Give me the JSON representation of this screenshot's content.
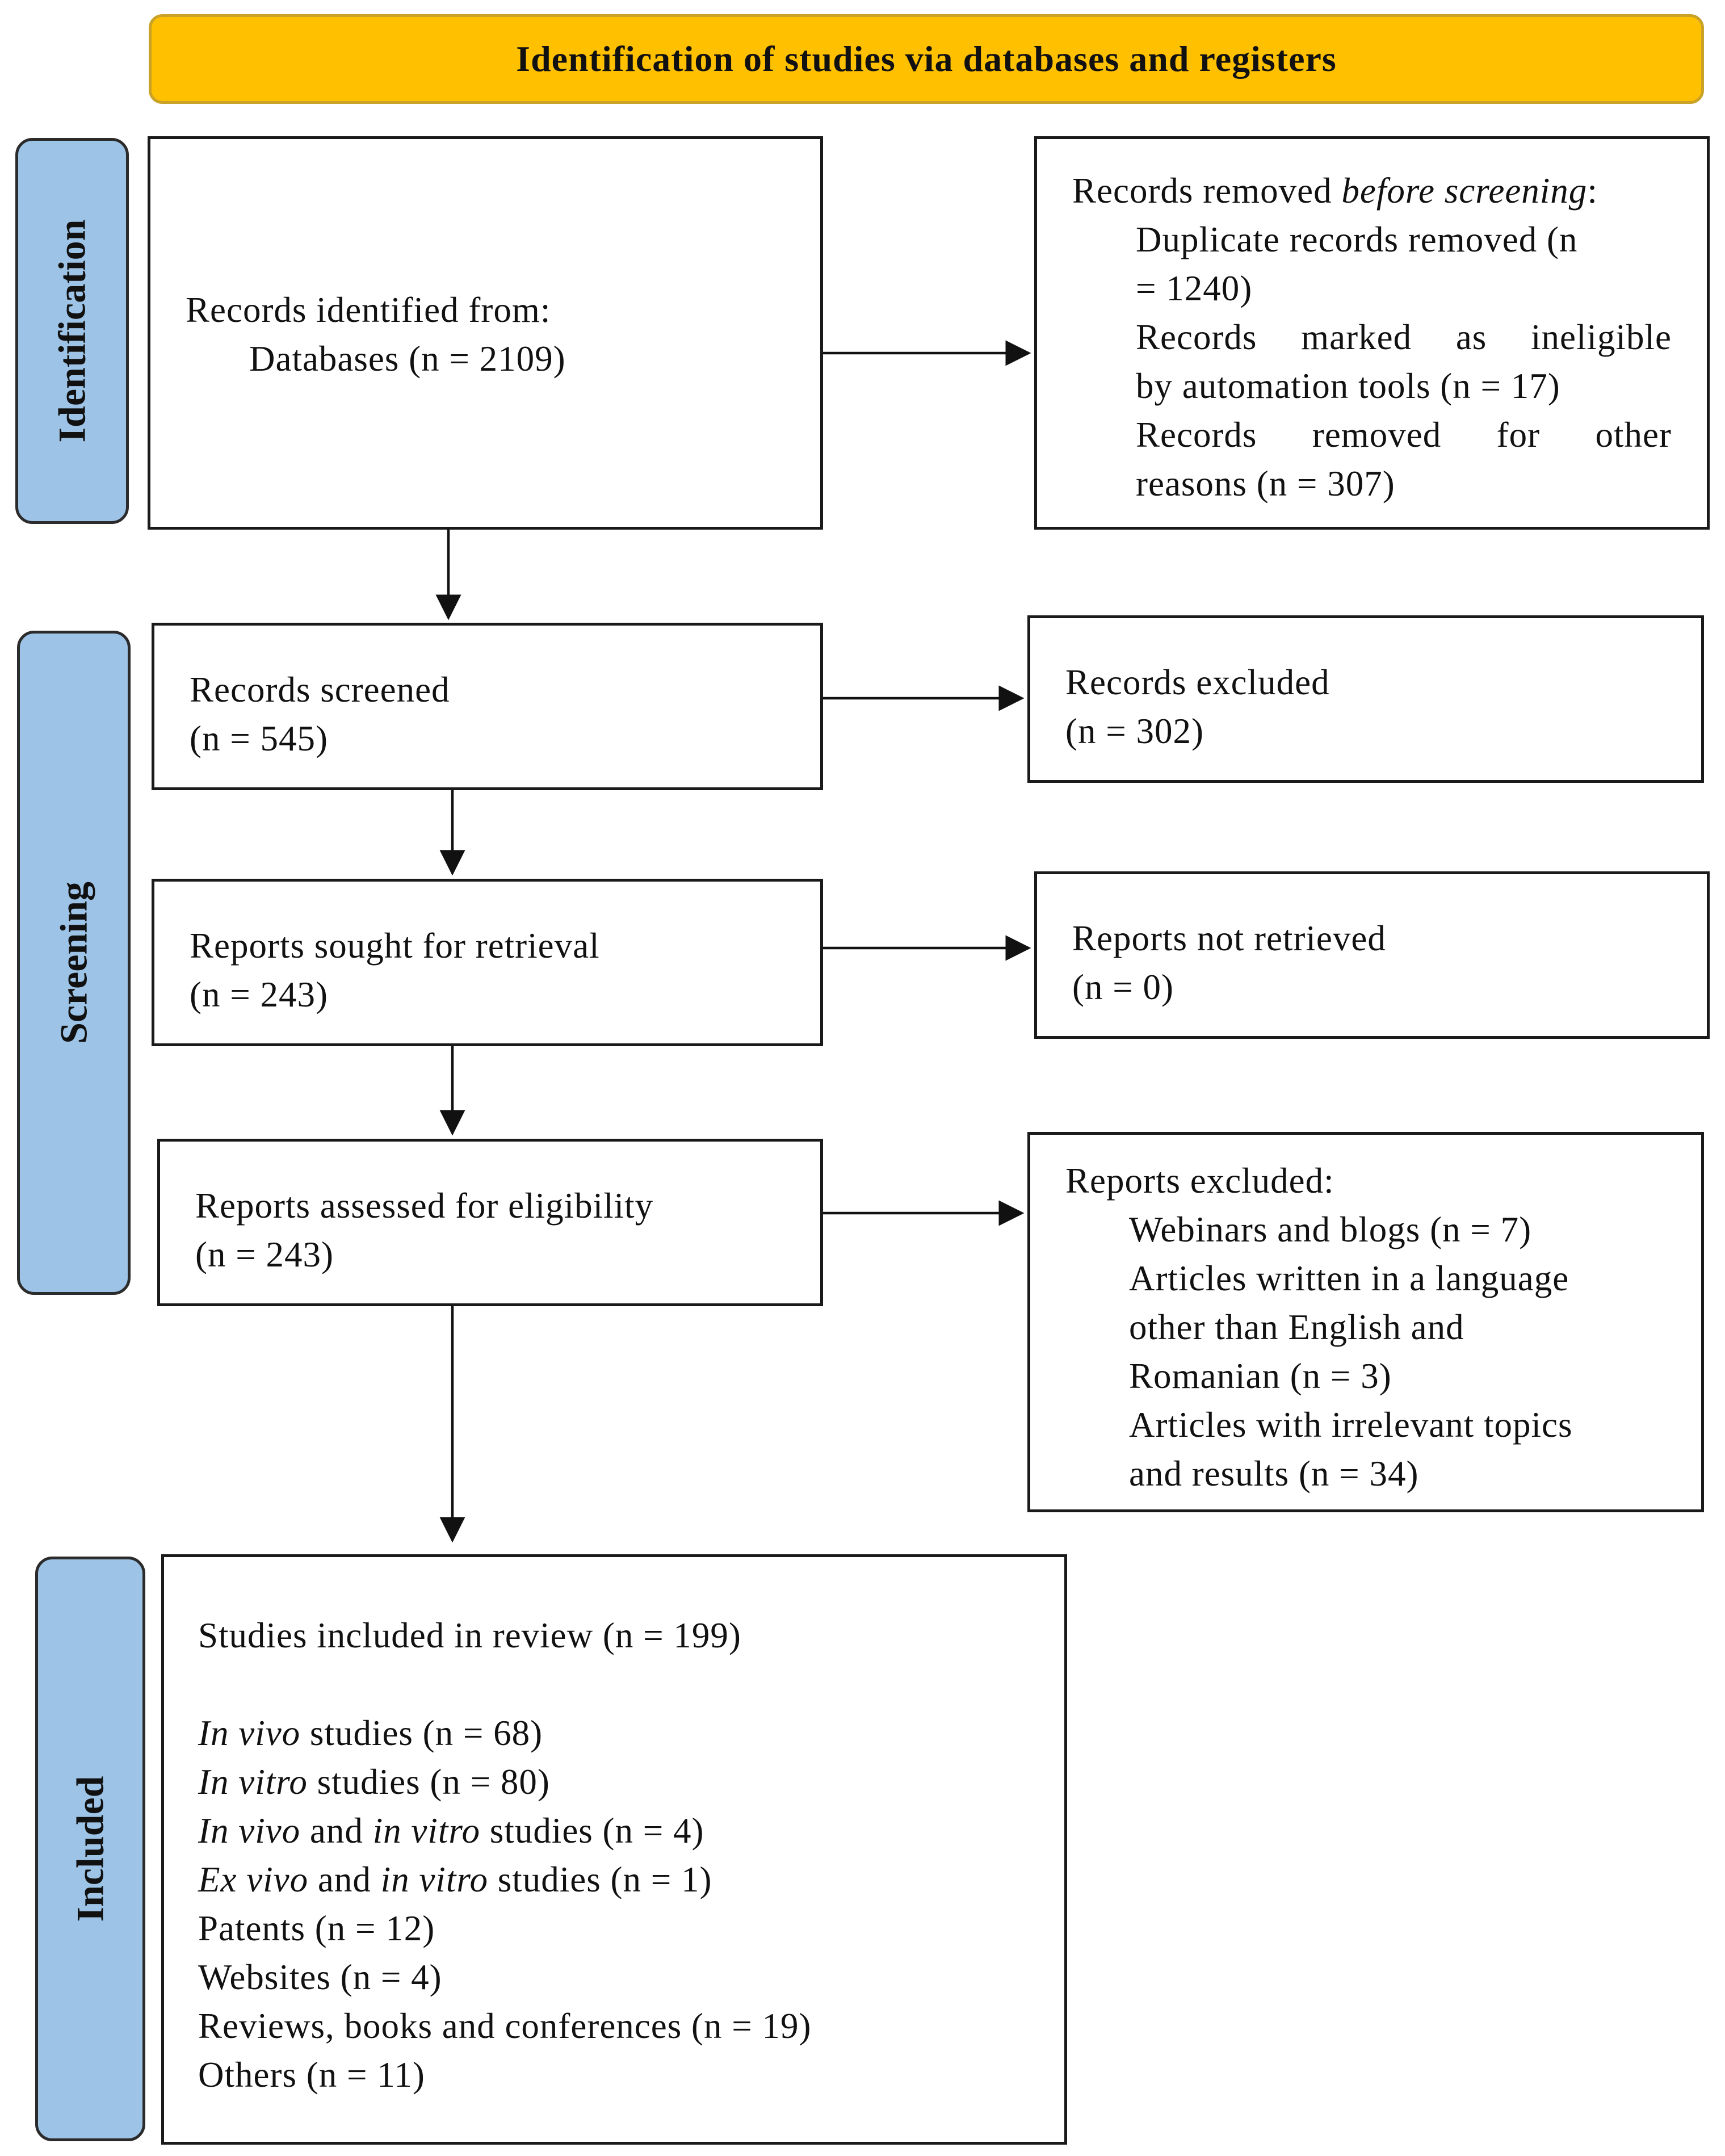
{
  "header": {
    "title": "Identification of studies via databases and registers"
  },
  "stages": {
    "identification": "Identification",
    "screening": "Screening",
    "included": "Included"
  },
  "identified": {
    "heading": "Records identified from:",
    "databases": "Databases (n = 2109)"
  },
  "removed": {
    "heading_prefix": "Records removed ",
    "heading_italic": "before screening",
    "heading_suffix": ":",
    "duplicates_line1": "Duplicate records removed (n",
    "duplicates_line2": "= 1240)",
    "ineligible_line1": "Records marked as ineligible",
    "ineligible_line2": "by automation tools (n = 17)",
    "other_line1": "Records removed for other",
    "other_line2": "reasons (n = 307)"
  },
  "screened": {
    "label": "Records screened",
    "count": "(n = 545)"
  },
  "excluded": {
    "label": "Records excluded",
    "count": "(n = 302)"
  },
  "sought": {
    "label": "Reports sought for retrieval",
    "count": "(n = 243)"
  },
  "not_retrieved": {
    "label": "Reports not retrieved",
    "count": "(n = 0)"
  },
  "assessed": {
    "label": "Reports assessed for eligibility",
    "count": "(n = 243)"
  },
  "reports_excluded": {
    "heading": "Reports excluded:",
    "lines": [
      "Webinars and blogs (n = 7)",
      "Articles written in a language",
      "other than English and",
      "Romanian (n = 3)",
      "Articles with irrelevant topics",
      "and results (n = 34)"
    ]
  },
  "included": {
    "heading": "Studies included in review (n = 199)",
    "in_vivo": {
      "italic": "In vivo",
      "rest": " studies (n = 68)"
    },
    "in_vitro": {
      "italic": "In vitro",
      "rest": " studies (n = 80)"
    },
    "in_vivo_vitro": {
      "italic1": "In vivo",
      "mid": " and ",
      "italic2": "in vitro",
      "rest": " studies (n = 4)"
    },
    "ex_vivo_vitro": {
      "italic1": "Ex vivo",
      "mid": " and ",
      "italic2": "in vitro",
      "rest": " studies (n = 1)"
    },
    "patents": "Patents (n = 12)",
    "websites": "Websites (n = 4)",
    "reviews": "Reviews, books and conferences (n = 19)",
    "others": "Others (n = 11)"
  }
}
